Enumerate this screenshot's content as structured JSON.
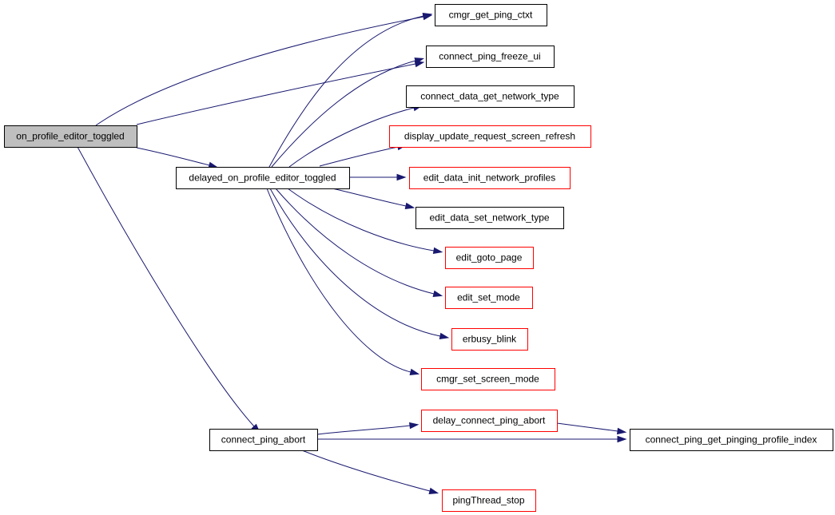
{
  "colors": {
    "edge": "#191970",
    "border_default": "#000000",
    "border_external": "#ff0000",
    "fill_default": "#ffffff",
    "fill_root": "#bfbfbf"
  },
  "nodes": [
    {
      "id": "on_profile_editor_toggled",
      "label": "on_profile_editor_toggled",
      "style": "root"
    },
    {
      "id": "delayed_on_profile_editor_toggled",
      "label": "delayed_on_profile_editor_toggled",
      "style": "default"
    },
    {
      "id": "connect_ping_abort",
      "label": "connect_ping_abort",
      "style": "default"
    },
    {
      "id": "cmgr_get_ping_ctxt",
      "label": "cmgr_get_ping_ctxt",
      "style": "default"
    },
    {
      "id": "connect_ping_freeze_ui",
      "label": "connect_ping_freeze_ui",
      "style": "default"
    },
    {
      "id": "connect_data_get_network_type",
      "label": "connect_data_get_network_type",
      "style": "default"
    },
    {
      "id": "display_update_request_screen_refresh",
      "label": "display_update_request_screen_refresh",
      "style": "external"
    },
    {
      "id": "edit_data_init_network_profiles",
      "label": "edit_data_init_network_profiles",
      "style": "external"
    },
    {
      "id": "edit_data_set_network_type",
      "label": "edit_data_set_network_type",
      "style": "default"
    },
    {
      "id": "edit_goto_page",
      "label": "edit_goto_page",
      "style": "external"
    },
    {
      "id": "edit_set_mode",
      "label": "edit_set_mode",
      "style": "external"
    },
    {
      "id": "erbusy_blink",
      "label": "erbusy_blink",
      "style": "external"
    },
    {
      "id": "cmgr_set_screen_mode",
      "label": "cmgr_set_screen_mode",
      "style": "external"
    },
    {
      "id": "delay_connect_ping_abort",
      "label": "delay_connect_ping_abort",
      "style": "external"
    },
    {
      "id": "connect_ping_get_pinging_profile_index",
      "label": "connect_ping_get_pinging_profile_index",
      "style": "default"
    },
    {
      "id": "pingThread_stop",
      "label": "pingThread_stop",
      "style": "external"
    }
  ],
  "edges": [
    {
      "from": "on_profile_editor_toggled",
      "to": "cmgr_get_ping_ctxt"
    },
    {
      "from": "on_profile_editor_toggled",
      "to": "connect_ping_freeze_ui"
    },
    {
      "from": "on_profile_editor_toggled",
      "to": "delayed_on_profile_editor_toggled"
    },
    {
      "from": "on_profile_editor_toggled",
      "to": "connect_ping_abort"
    },
    {
      "from": "delayed_on_profile_editor_toggled",
      "to": "cmgr_get_ping_ctxt"
    },
    {
      "from": "delayed_on_profile_editor_toggled",
      "to": "connect_ping_freeze_ui"
    },
    {
      "from": "delayed_on_profile_editor_toggled",
      "to": "connect_data_get_network_type"
    },
    {
      "from": "delayed_on_profile_editor_toggled",
      "to": "display_update_request_screen_refresh"
    },
    {
      "from": "delayed_on_profile_editor_toggled",
      "to": "edit_data_init_network_profiles"
    },
    {
      "from": "delayed_on_profile_editor_toggled",
      "to": "edit_data_set_network_type"
    },
    {
      "from": "delayed_on_profile_editor_toggled",
      "to": "edit_goto_page"
    },
    {
      "from": "delayed_on_profile_editor_toggled",
      "to": "edit_set_mode"
    },
    {
      "from": "delayed_on_profile_editor_toggled",
      "to": "erbusy_blink"
    },
    {
      "from": "delayed_on_profile_editor_toggled",
      "to": "cmgr_set_screen_mode"
    },
    {
      "from": "connect_ping_abort",
      "to": "delay_connect_ping_abort"
    },
    {
      "from": "connect_ping_abort",
      "to": "connect_ping_get_pinging_profile_index"
    },
    {
      "from": "connect_ping_abort",
      "to": "pingThread_stop"
    },
    {
      "from": "delay_connect_ping_abort",
      "to": "connect_ping_get_pinging_profile_index"
    }
  ]
}
